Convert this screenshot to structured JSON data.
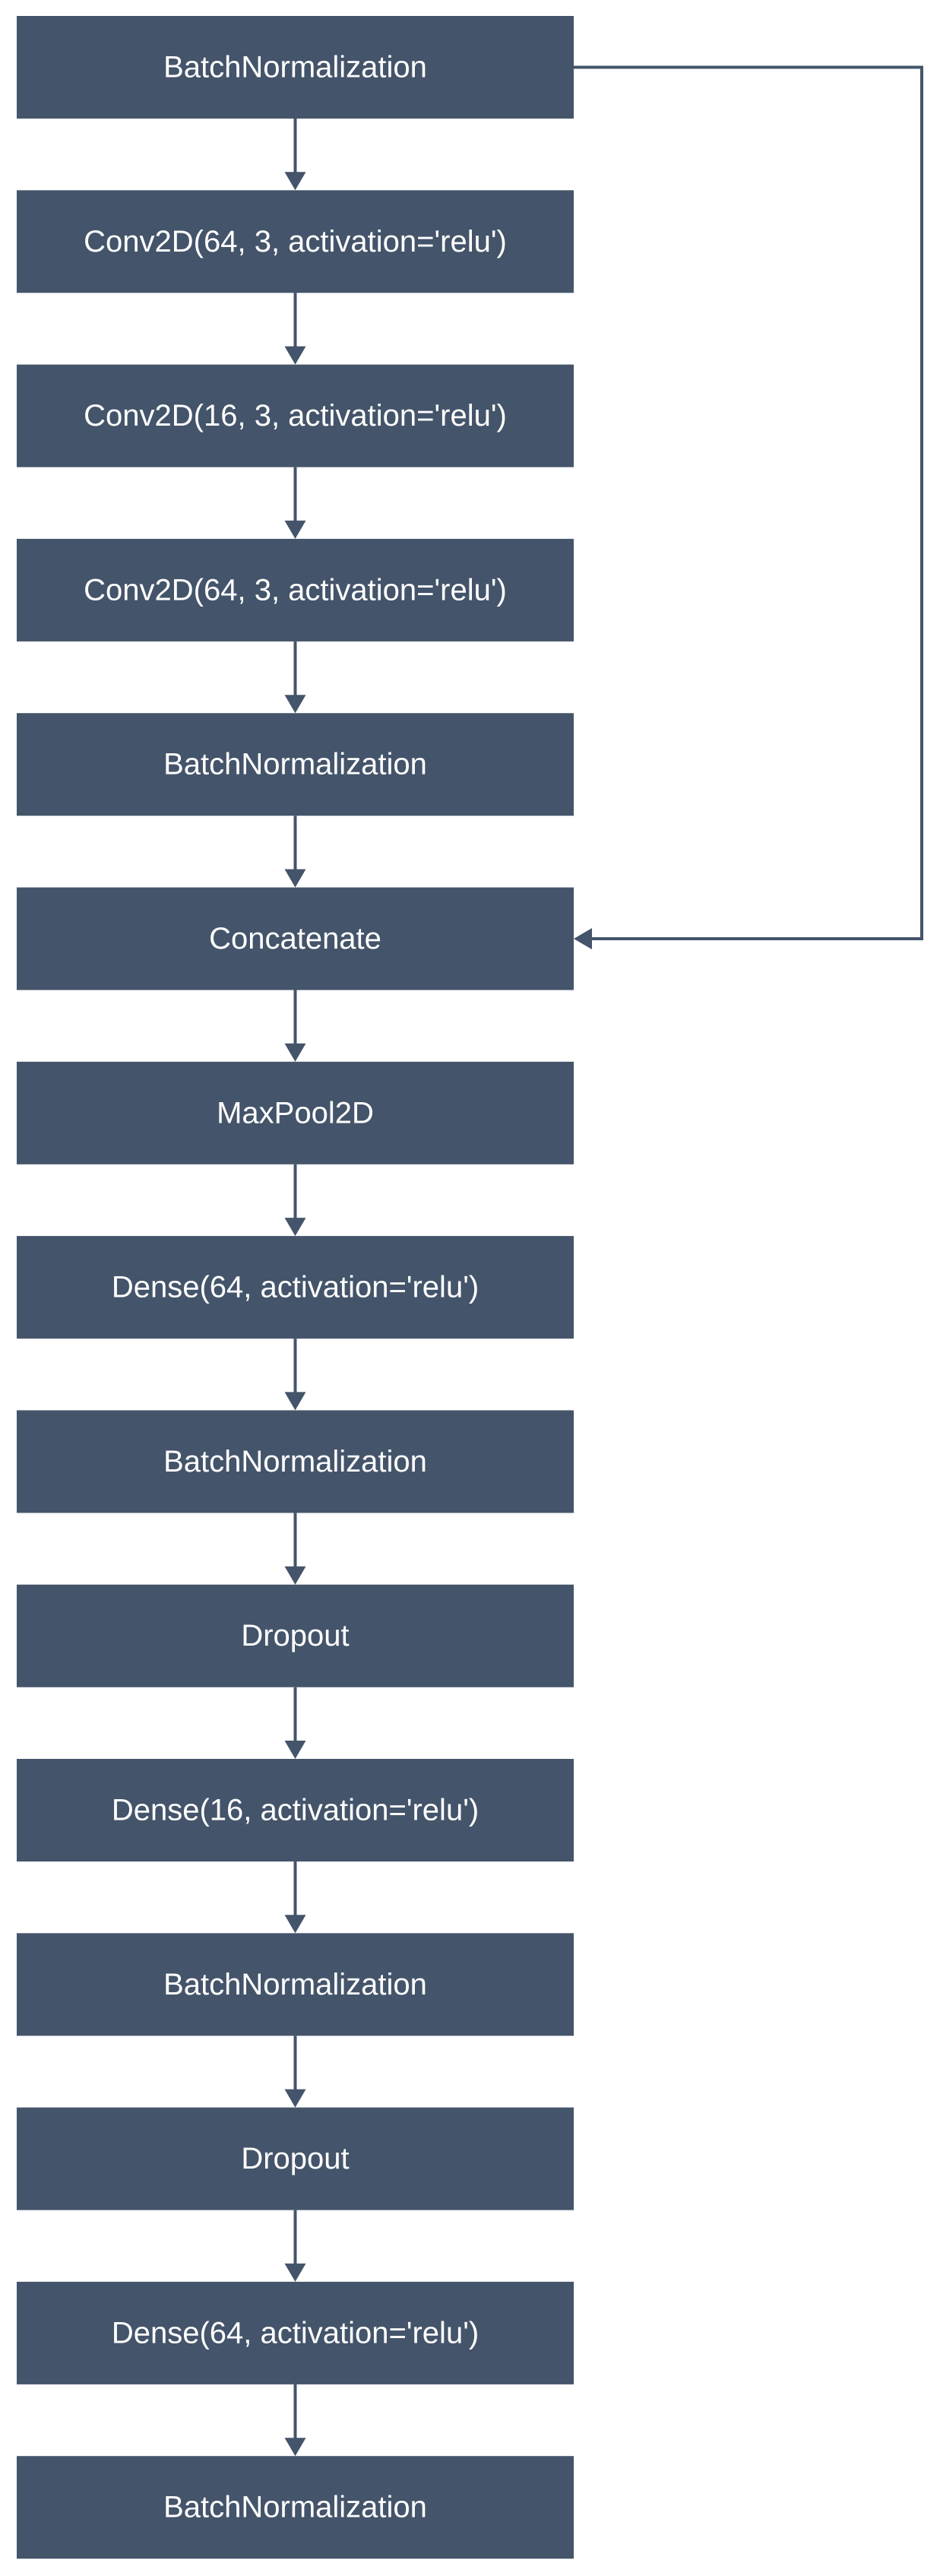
{
  "diagram": {
    "layers": [
      "BatchNormalization",
      "Conv2D(64, 3, activation='relu')",
      "Conv2D(16, 3, activation='relu')",
      "Conv2D(64, 3, activation='relu')",
      "BatchNormalization",
      "Concatenate",
      "MaxPool2D",
      "Dense(64, activation='relu')",
      "BatchNormalization",
      "Dropout",
      "Dense(16, activation='relu')",
      "BatchNormalization",
      "Dropout",
      "Dense(64, activation='relu')",
      "BatchNormalization"
    ],
    "skip_connection": {
      "from": 0,
      "to": 5
    },
    "colors": {
      "box": "#44546a",
      "text": "#ffffff",
      "connector": "#44546a",
      "background": "#ffffff"
    }
  }
}
